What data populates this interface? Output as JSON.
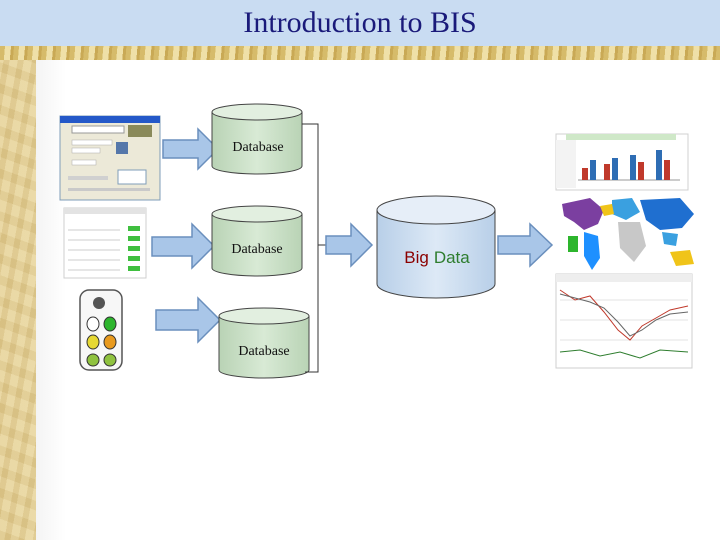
{
  "slide": {
    "title": "Introduction to BIS"
  },
  "diagram": {
    "databases": [
      {
        "label": "Database"
      },
      {
        "label": "Database"
      },
      {
        "label": "Database"
      }
    ],
    "big_data": {
      "word1": "Big",
      "word2": "Data",
      "word1_color": "#8b0000",
      "word2_color": "#2e7d2e"
    },
    "colors": {
      "cylinder_fill": "#cfe3cc",
      "big_cylinder_fill": "#cddff0",
      "arrow_fill": "#a9c6e8",
      "arrow_stroke": "#6a8fbd",
      "title_band": "#c9dcf2",
      "title_text": "#1a1a7a"
    }
  }
}
